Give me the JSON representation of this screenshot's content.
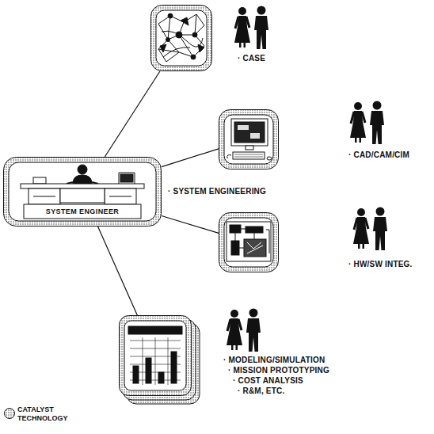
{
  "diagram": {
    "nodes": [
      {
        "text": [
          "SYSTEM ENGINEER",
          "· SYSTEM ENGINEERING"
        ]
      },
      {
        "text": [
          "· CASE"
        ]
      },
      {
        "text": [
          "· CAD/CAM/CIM"
        ]
      },
      {
        "text": [
          "· HW/SW INTEG."
        ]
      },
      {
        "text": [
          "· MODELING/SIMULATION",
          "· MISSION PROTOTYPING",
          "· COST ANALYSIS",
          "· R&M, ETC."
        ]
      }
    ],
    "edges": [
      {
        "from": 0,
        "to": 1,
        "arrow": "none"
      },
      {
        "from": 0,
        "to": 2,
        "arrow": "none"
      },
      {
        "from": 0,
        "to": 3,
        "arrow": "none"
      },
      {
        "from": 0,
        "to": 4,
        "arrow": "none"
      }
    ],
    "legend": [
      {
        "text": "CATALYST TECHNOLOGY"
      }
    ]
  }
}
